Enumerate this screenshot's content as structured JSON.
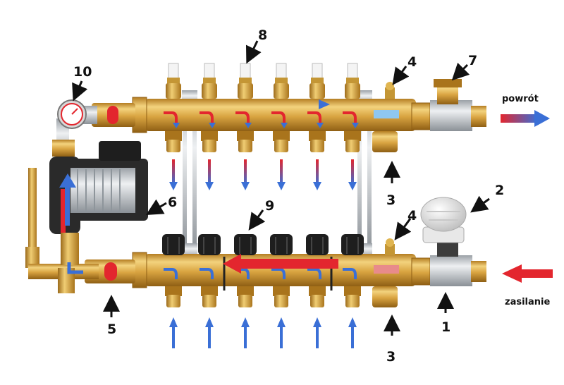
{
  "labels": {
    "return_label": "powrót",
    "supply_label": "zasilanie",
    "n1": "1",
    "n2": "2",
    "n3_upper": "3",
    "n3_lower": "3",
    "n4_upper": "4",
    "n4_lower": "4",
    "n5": "5",
    "n6": "6",
    "n7": "7",
    "n8": "8",
    "n9": "9",
    "n10": "10"
  },
  "colors": {
    "brass": "#d9a441",
    "brass_dark": "#a9741c",
    "brass_light": "#f3d37e",
    "chrome": "#c9cdd1",
    "hot": "#e3262e",
    "cold": "#3a6fd6",
    "pump_black": "#2a2a2a",
    "pump_grey": "#8e959b",
    "knob_black": "#1e1e1e",
    "text": "#111111"
  },
  "icons": {
    "thermostatic_head": "thermostat-head-icon",
    "gauge": "thermometer-gauge-icon",
    "pump": "circulation-pump-icon",
    "flowmeter": "flowmeter-icon"
  }
}
